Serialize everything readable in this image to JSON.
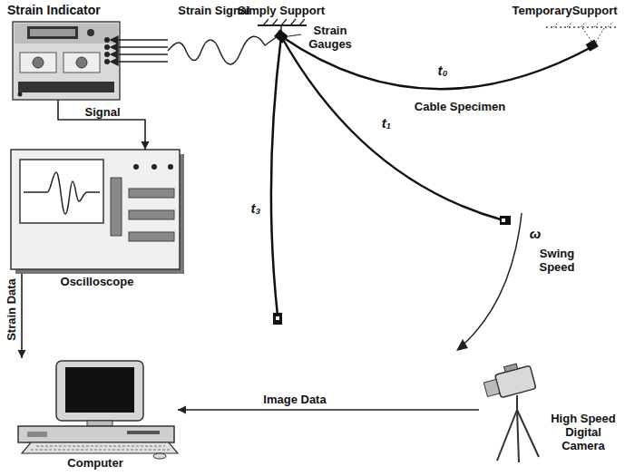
{
  "diagram": {
    "nodes": [
      {
        "text": [
          "Strain Indicator"
        ]
      },
      {
        "text": [
          "Oscilloscope"
        ]
      },
      {
        "text": [
          "Computer"
        ]
      },
      {
        "text": [
          "High Speed Digital Camera"
        ]
      }
    ],
    "edges": [
      {
        "from": 0,
        "to": 1,
        "label": "Signal",
        "arrow": "to"
      },
      {
        "from": 1,
        "to": 2,
        "label": "Strain Data",
        "arrow": "to"
      },
      {
        "from": 3,
        "to": 2,
        "label": "Image Data",
        "arrow": "to"
      }
    ],
    "labels": [
      "Strain Signal",
      "Simply Support",
      "Strain Gauges",
      "TemporarySupport",
      "t₀",
      "Cable Specimen",
      "t₁",
      "t₃",
      "ω",
      "Swing Speed"
    ]
  }
}
